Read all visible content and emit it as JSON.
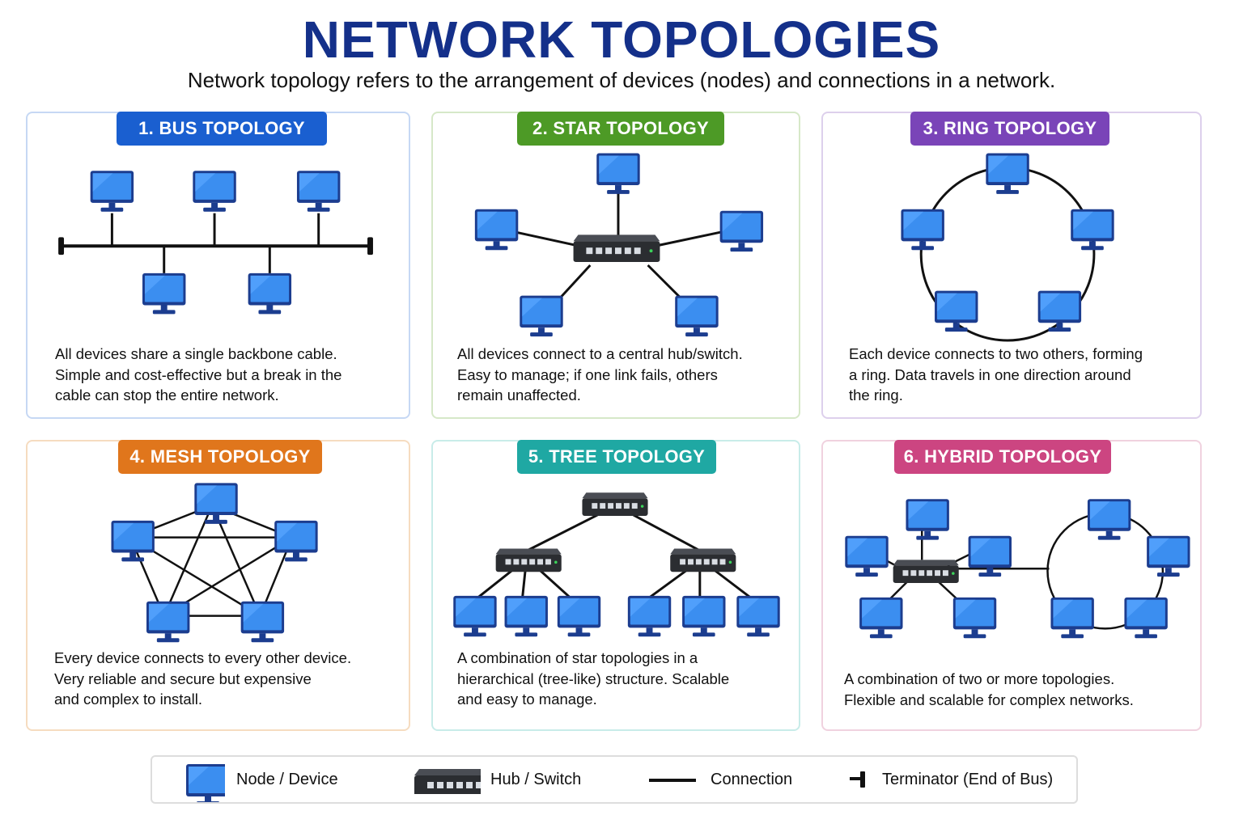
{
  "header": {
    "title": "NETWORK TOPOLOGIES",
    "subtitle": "Network topology refers to the  arrangement of devices (nodes) and connections in a network."
  },
  "colors": {
    "title": "#14308a",
    "bus": "#1a5fd0",
    "star": "#4d9a26",
    "ring": "#7a44b8",
    "mesh": "#e0761c",
    "tree": "#1fa8a3",
    "hybrid": "#cc4581",
    "node": "#2f7de1",
    "switch": "#2b2d31",
    "connection": "#111111"
  },
  "topologies": [
    {
      "key": "bus",
      "badge": "1. BUS TOPOLOGY",
      "description": [
        "All devices share a single backbone cable.",
        "Simple and cost-effective but a break in the",
        "cable can stop the entire network."
      ]
    },
    {
      "key": "star",
      "badge": "2. STAR TOPOLOGY",
      "description": [
        "All devices connect to a central hub/switch.",
        "Easy to manage; if one link fails, others",
        "remain unaffected."
      ]
    },
    {
      "key": "ring",
      "badge": "3. RING TOPOLOGY",
      "description": [
        "Each device connects to two others, forming",
        "a ring. Data travels in one direction around",
        "the ring."
      ]
    },
    {
      "key": "mesh",
      "badge": "4. MESH TOPOLOGY",
      "description": [
        "Every device connects to every other device.",
        "Very reliable and secure but expensive",
        "and complex to install."
      ]
    },
    {
      "key": "tree",
      "badge": "5. TREE TOPOLOGY",
      "description": [
        "A combination of star topologies in a",
        "hierarchical (tree-like) structure. Scalable",
        "and easy to manage."
      ]
    },
    {
      "key": "hybrid",
      "badge": "6. HYBRID TOPOLOGY",
      "description": [
        "A combination of two or more topologies.",
        "Flexible and scalable for complex networks."
      ]
    }
  ],
  "legend": {
    "node": "Node / Device",
    "switch": "Hub / Switch",
    "connection": "Connection",
    "terminator": "Terminator (End of Bus)"
  }
}
